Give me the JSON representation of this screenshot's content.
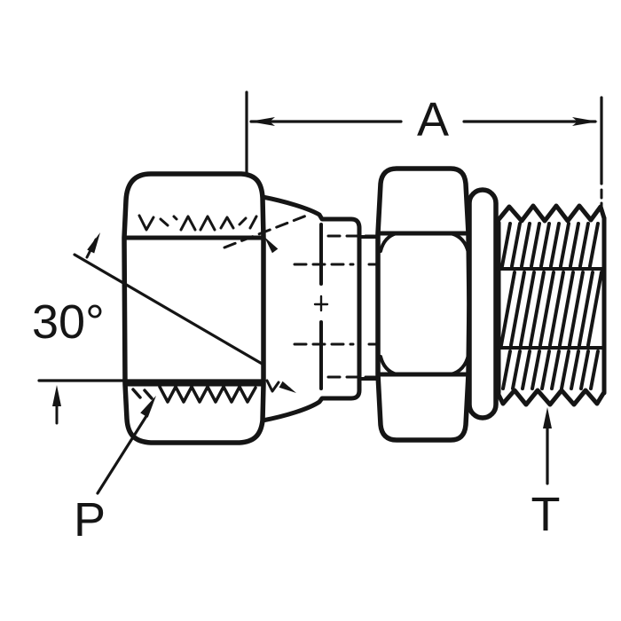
{
  "diagram": {
    "kind": "technical-drawing",
    "subject": "female-swivel-to-male-thread-adapter-fitting",
    "labels": {
      "length_dimension": "A",
      "seat_angle": "30°",
      "port_label": "P",
      "thread_label": "T"
    },
    "colors": {
      "ink": "#151515",
      "background": "#ffffff"
    }
  }
}
